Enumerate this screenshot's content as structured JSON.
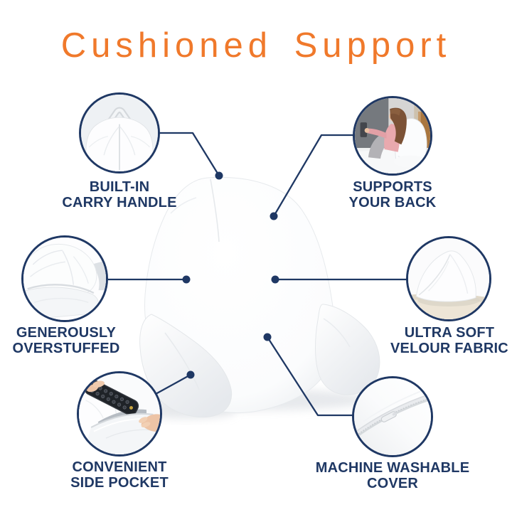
{
  "title": {
    "text": "Cushioned Support",
    "color": "#F0792B"
  },
  "theme": {
    "navy": "#1F3864",
    "background": "#FFFFFF",
    "connector_color": "#1F3864"
  },
  "product": {
    "graphic": "white-backrest-reading-pillow-with-arms"
  },
  "callouts": [
    {
      "id": "carry-handle",
      "line1": "BUILT-IN",
      "line2": "CARRY HANDLE",
      "icon": "pillow-carry-handle-photo"
    },
    {
      "id": "supports-back",
      "line1": "SUPPORTS",
      "line2": "YOUR BACK",
      "icon": "woman-reclining-on-pillow-photo"
    },
    {
      "id": "overstuffed",
      "line1": "GENEROUSLY",
      "line2": "OVERSTUFFED",
      "icon": "overstuffed-pillow-closeup-photo"
    },
    {
      "id": "velour",
      "line1": "ULTRA SOFT",
      "line2": "VELOUR FABRIC",
      "icon": "velour-fabric-corner-photo"
    },
    {
      "id": "side-pocket",
      "line1": "CONVENIENT",
      "line2": "SIDE POCKET",
      "icon": "remote-in-side-pocket-photo"
    },
    {
      "id": "washable",
      "line1": "MACHINE WASHABLE",
      "line2": "COVER",
      "icon": "zipper-cover-closeup-photo"
    }
  ]
}
